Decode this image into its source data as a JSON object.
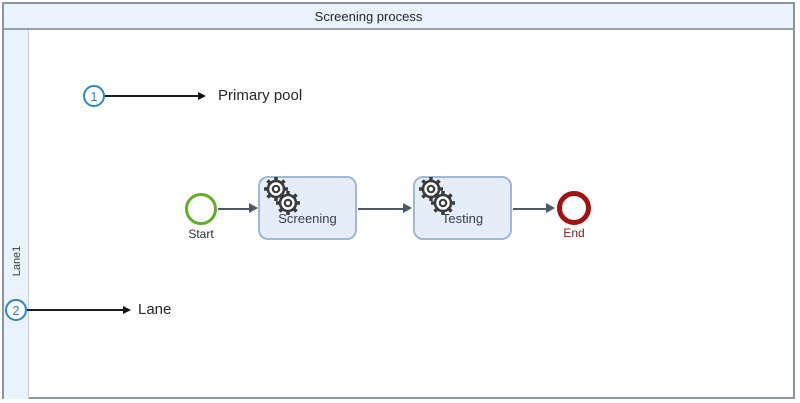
{
  "pool": {
    "title": "Screening process",
    "lane_title": "Lane1"
  },
  "callouts": [
    {
      "number": "1",
      "label": "Primary pool"
    },
    {
      "number": "2",
      "label": "Lane"
    }
  ],
  "process": {
    "start_label": "Start",
    "tasks": [
      {
        "label": "Screening"
      },
      {
        "label": "Testing"
      }
    ],
    "end_label": "End"
  },
  "colors": {
    "pool_fill": "#e9f2fd",
    "frame_border": "#8d949c",
    "task_fill": "#e4edf8",
    "task_border": "#9db9d3",
    "start_stroke": "#62ae27",
    "end_stroke": "#a01111",
    "end_label": "#7e2020",
    "callout_accent": "#2e86c6",
    "flow_arrow": "#4d5964",
    "gear_icon": "#3b3b3b"
  }
}
